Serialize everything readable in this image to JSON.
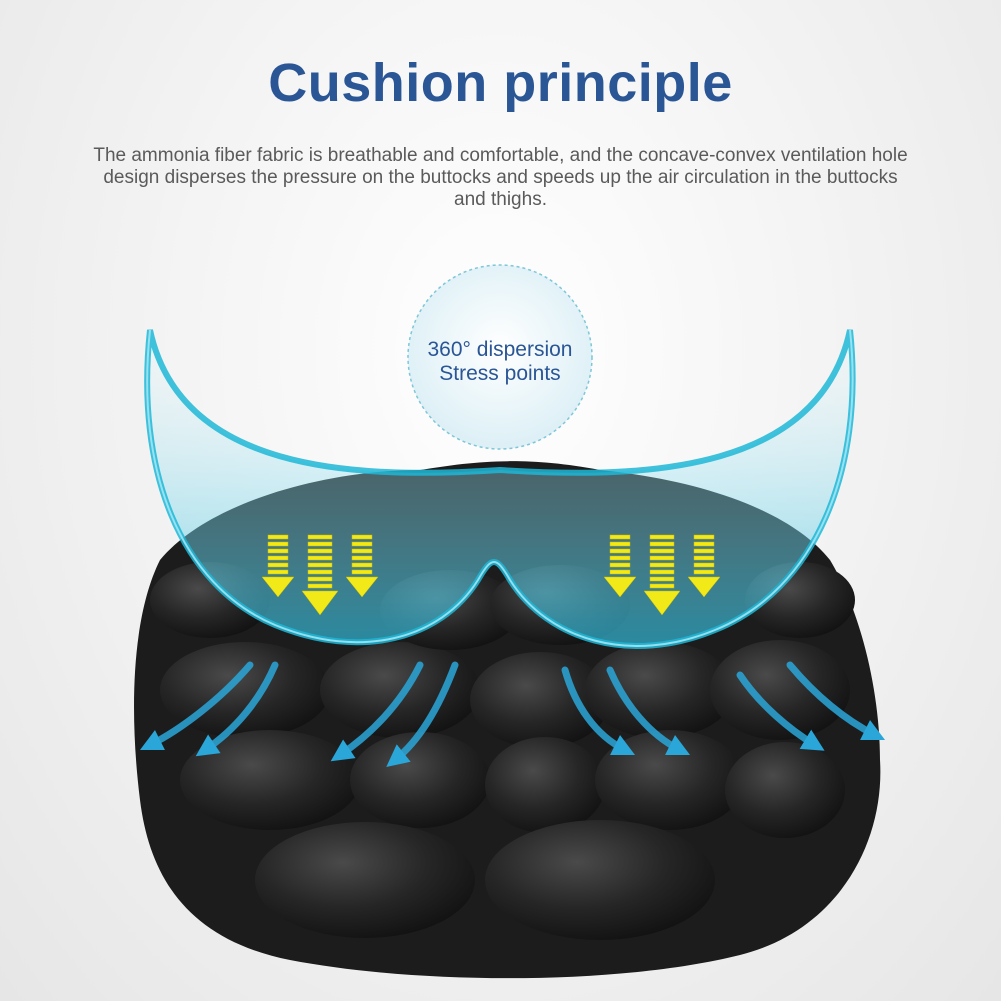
{
  "header": {
    "title": "Cushion principle",
    "description": "The ammonia fiber fabric is breathable and comfortable, and the concave-convex ventilation hole design disperses the pressure on the buttocks and speeds up the air circulation in the buttocks and thighs."
  },
  "callout": {
    "line1": "360° dispersion",
    "line2": "Stress points"
  },
  "colors": {
    "title": "#2a5696",
    "text": "#5a5a5a",
    "bubble_outline": "#1fb7d6",
    "airflow": "#2aa6d8",
    "pressure_arrow": "#f2ea18",
    "cushion": "#1e1e1e"
  }
}
